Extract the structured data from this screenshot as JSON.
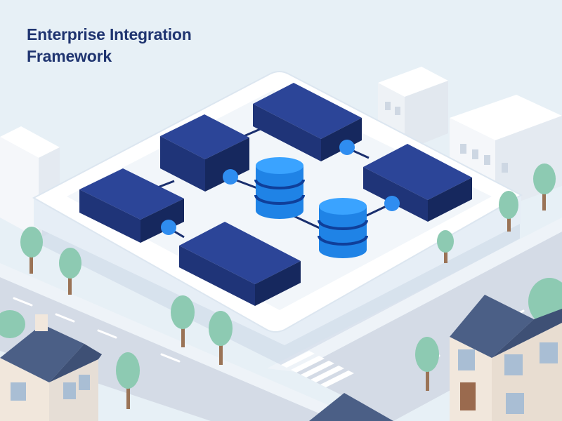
{
  "title": {
    "line1": "Enterprise Integration",
    "line2": "Framework"
  },
  "colors": {
    "background": "#e7f0f6",
    "title_text": "#1f3470",
    "module_top": "#2c4598",
    "module_left": "#1f3478",
    "module_right": "#16285e",
    "connector_node": "#2f8df0",
    "connector_line": "#1a2f6e",
    "database_body": "#1f83e6",
    "database_top": "#3aa3ff",
    "database_band": "#0f3f9a",
    "platform": "#ffffff",
    "road": "#d4dbe6",
    "tree_leaf": "#8dcab2",
    "tree_trunk": "#9a7356",
    "roof": "#4b5f86",
    "house_wall": "#f1e7dc",
    "building_wall": "#f5f7fa"
  },
  "diagram": {
    "modules": [
      "module-left",
      "module-upper-left",
      "module-top",
      "module-right",
      "module-bottom"
    ],
    "databases": [
      "database-center",
      "database-right"
    ],
    "connector_icons": [
      "connector-node-icon"
    ]
  }
}
